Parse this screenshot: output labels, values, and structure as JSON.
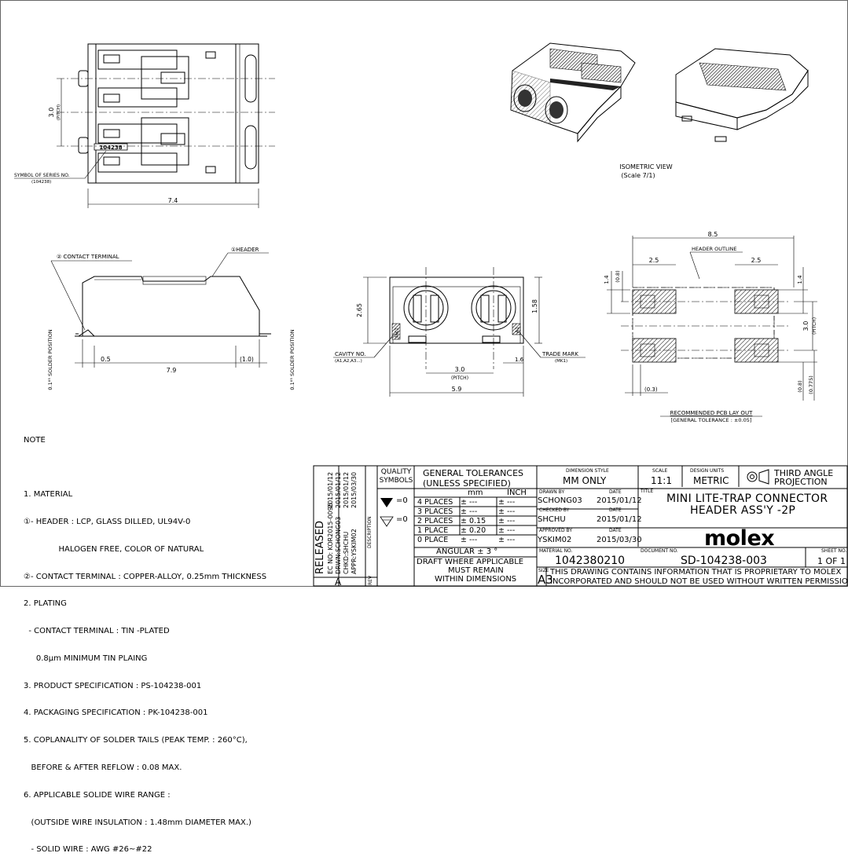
{
  "views": {
    "isometric_title": "ISOMETRIC VIEW",
    "isometric_scale": "(Scale 7/1)",
    "recommended_title": "RECOMMENDED PCB LAY OUT",
    "recommended_tolerance": "[GENERAL TOLERANCE : ±0.05]"
  },
  "top_view": {
    "pitch_dim": "3.0",
    "pitch_label": "(PITCH)",
    "width_dim": "7.4",
    "symbol_label": "SYMBOL OF SERIES NO.",
    "symbol_code": "(104238)",
    "marking": "104238"
  },
  "side_view": {
    "contact_label": "② CONTACT TERMINAL",
    "header_label": "①HEADER",
    "dim_0_5": "0.5",
    "dim_7_9": "7.9",
    "dim_1_0": "(1.0)",
    "solder_left": "0.1⁰⁵ SOLDER POSITION",
    "solder_right": "0.1⁰⁵ SOLDER POSITION"
  },
  "front_view": {
    "height_dim": "2.65",
    "dim_1_58": "1.58",
    "dim_1_6": "1.6",
    "pitch_dim": "3.0",
    "pitch_label": "(PITCH)",
    "width_dim": "5.9",
    "cavity_label": "CAVITY NO.",
    "cavity_values": "(A1,A2,A3...)",
    "trademark_label": "TRADE MARK",
    "trademark_code": "(MK1)",
    "mark_left": "MK1",
    "mark_right": "A1"
  },
  "pcb_layout": {
    "width_dim": "8.5",
    "header_outline": "HEADER OUTLINE",
    "dim_left": "2.5",
    "dim_right": "2.5",
    "dim_1_4_left": "1.4",
    "dim_0_8_top": "(0.8)",
    "dim_1_4_right": "1.4",
    "pitch_dim": "3.0",
    "pitch_label": "(PITCH)",
    "dim_0_3": "(0.3)",
    "dim_0_8_bottom": "(0.8)",
    "dim_0_775": "(0.775)"
  },
  "notes": {
    "heading": "NOTE",
    "lines": [
      "1. MATERIAL",
      "①- HEADER : LCP, GLASS DILLED, UL94V-0",
      "              HALOGEN FREE, COLOR OF NATURAL",
      "②- CONTACT TERMINAL : COPPER-ALLOY, 0.25mm THICKNESS",
      "2. PLATING",
      "  - CONTACT TERMINAL : TIN -PLATED",
      "     0.8μm MINIMUM TIN PLAING",
      "3. PRODUCT SPECIFICATION : PS-104238-001",
      "4. PACKAGING SPECIFICATION : PK-104238-001",
      "5. COPLANALITY OF SOLDER TAILS (PEAK TEMP. : 260°C),",
      "   BEFORE & AFTER REFLOW : 0.08 MAX.",
      "6. APPLICABLE SOLIDE WIRE RANGE :",
      "   (OUTSIDE WIRE INSULATION : 1.48mm DIAMETER MAX.)",
      "   - SOLID WIRE : AWG #26~#22"
    ]
  },
  "title_block": {
    "revision_text": "RELEASED\nEC NO: KOR2015-0096  2015/01/12\nDRWN:SCHONG03  2015/01/12\nCHKD:SHCHU  2015/01/12\nAPPR:YSKIM02  2015/03/30",
    "rev_side": "RELEASED",
    "ec_no": "EC NO: KOR2015-0096",
    "ec_date": "2015/01/12",
    "drwn": "DRWN:SCHONG03",
    "drwn_date": "2015/01/12",
    "chkd": "CHKD:SHCHU",
    "chkd_date": "2015/01/12",
    "appr": "APPR:YSKIM02",
    "appr_date": "2015/03/30",
    "description_label": "DESCRIPTION",
    "rev_letter": "A",
    "rev_label": "REV",
    "quality_symbols": "QUALITY SYMBOLS",
    "sym1": "=0",
    "sym2": "=0",
    "gt_title": "GENERAL TOLERANCES",
    "gt_sub": "(UNLESS SPECIFIED)",
    "col_mm": "mm",
    "col_inch": "INCH",
    "tol_rows": [
      {
        "label": "4 PLACES",
        "mm": "± ---",
        "inch": "± ---"
      },
      {
        "label": "3 PLACES",
        "mm": "± ---",
        "inch": "± ---"
      },
      {
        "label": "2 PLACES",
        "mm": "± 0.15",
        "inch": "± ---"
      },
      {
        "label": "1 PLACE",
        "mm": "± 0.20",
        "inch": "± ---"
      },
      {
        "label": "0 PLACE",
        "mm": "± ---",
        "inch": "± ---"
      }
    ],
    "angular": "ANGULAR ± 3 °",
    "draft1": "DRAFT WHERE APPLICABLE",
    "draft2": "MUST REMAIN",
    "draft3": "WITHIN DIMENSIONS",
    "dim_style_label": "DIMENSION STYLE",
    "dim_style": "MM ONLY",
    "scale_label": "SCALE",
    "scale": "11:1",
    "units_label": "DESIGN UNITS",
    "units": "METRIC",
    "projection": "THIRD ANGLE PROJECTION",
    "projection_1": "THIRD ANGLE",
    "projection_2": "PROJECTION",
    "drawn_by_label": "DRAWN BY",
    "drawn_by": "SCHONG03",
    "drawn_date_label": "DATE",
    "drawn_date": "2015/01/12",
    "checked_by_label": "CHECKED BY",
    "checked_by": "SHCHU",
    "checked_date_label": "DATE",
    "checked_date": "2015/01/12",
    "approved_by_label": "APPROVED BY",
    "approved_by": "YSKIM02",
    "approved_date_label": "DATE",
    "approved_date": "2015/03/30",
    "title_label": "TITLE",
    "title_line1": "MINI LITE-TRAP CONNECTOR",
    "title_line2": "HEADER ASS'Y -2P",
    "brand": "molex",
    "material_label": "MATERIAL NO.",
    "material_no": "1042380210",
    "document_label": "DOCUMENT NO.",
    "document_no": "SD-104238-003",
    "sheet_label": "SHEET NO.",
    "sheet_no": "1 OF 1",
    "size_label": "SIZE",
    "size": "A3",
    "disclaimer1": "THIS DRAWING CONTAINS INFORMATION THAT IS PROPRIETARY TO MOLEX",
    "disclaimer2": "INCORPORATED AND SHOULD NOT BE USED WITHOUT WRITTEN PERMISSION"
  }
}
